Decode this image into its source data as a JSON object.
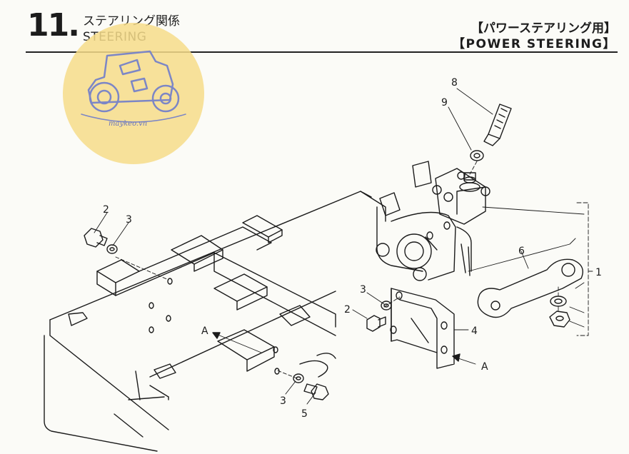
{
  "header": {
    "section_number": "11.",
    "section_title_jp": "ステアリング関係",
    "section_title_en": "STEERING",
    "variant_jp": "【パワーステアリング用】",
    "variant_en": "【POWER  STEERING】"
  },
  "watermark": {
    "text": "maykeo.vn",
    "circle_color": "#f6dc8a",
    "tractor_color": "#7c86c6"
  },
  "callouts": {
    "part_8": "8",
    "part_9": "9",
    "part_2_left": "2",
    "part_3_left": "3",
    "part_6": "6",
    "part_1": "1",
    "part_3_mid": "3",
    "part_2_mid": "2",
    "part_4": "4",
    "part_3_bottom": "3",
    "part_5": "5",
    "view_a_left": "A",
    "view_a_right": "A"
  }
}
